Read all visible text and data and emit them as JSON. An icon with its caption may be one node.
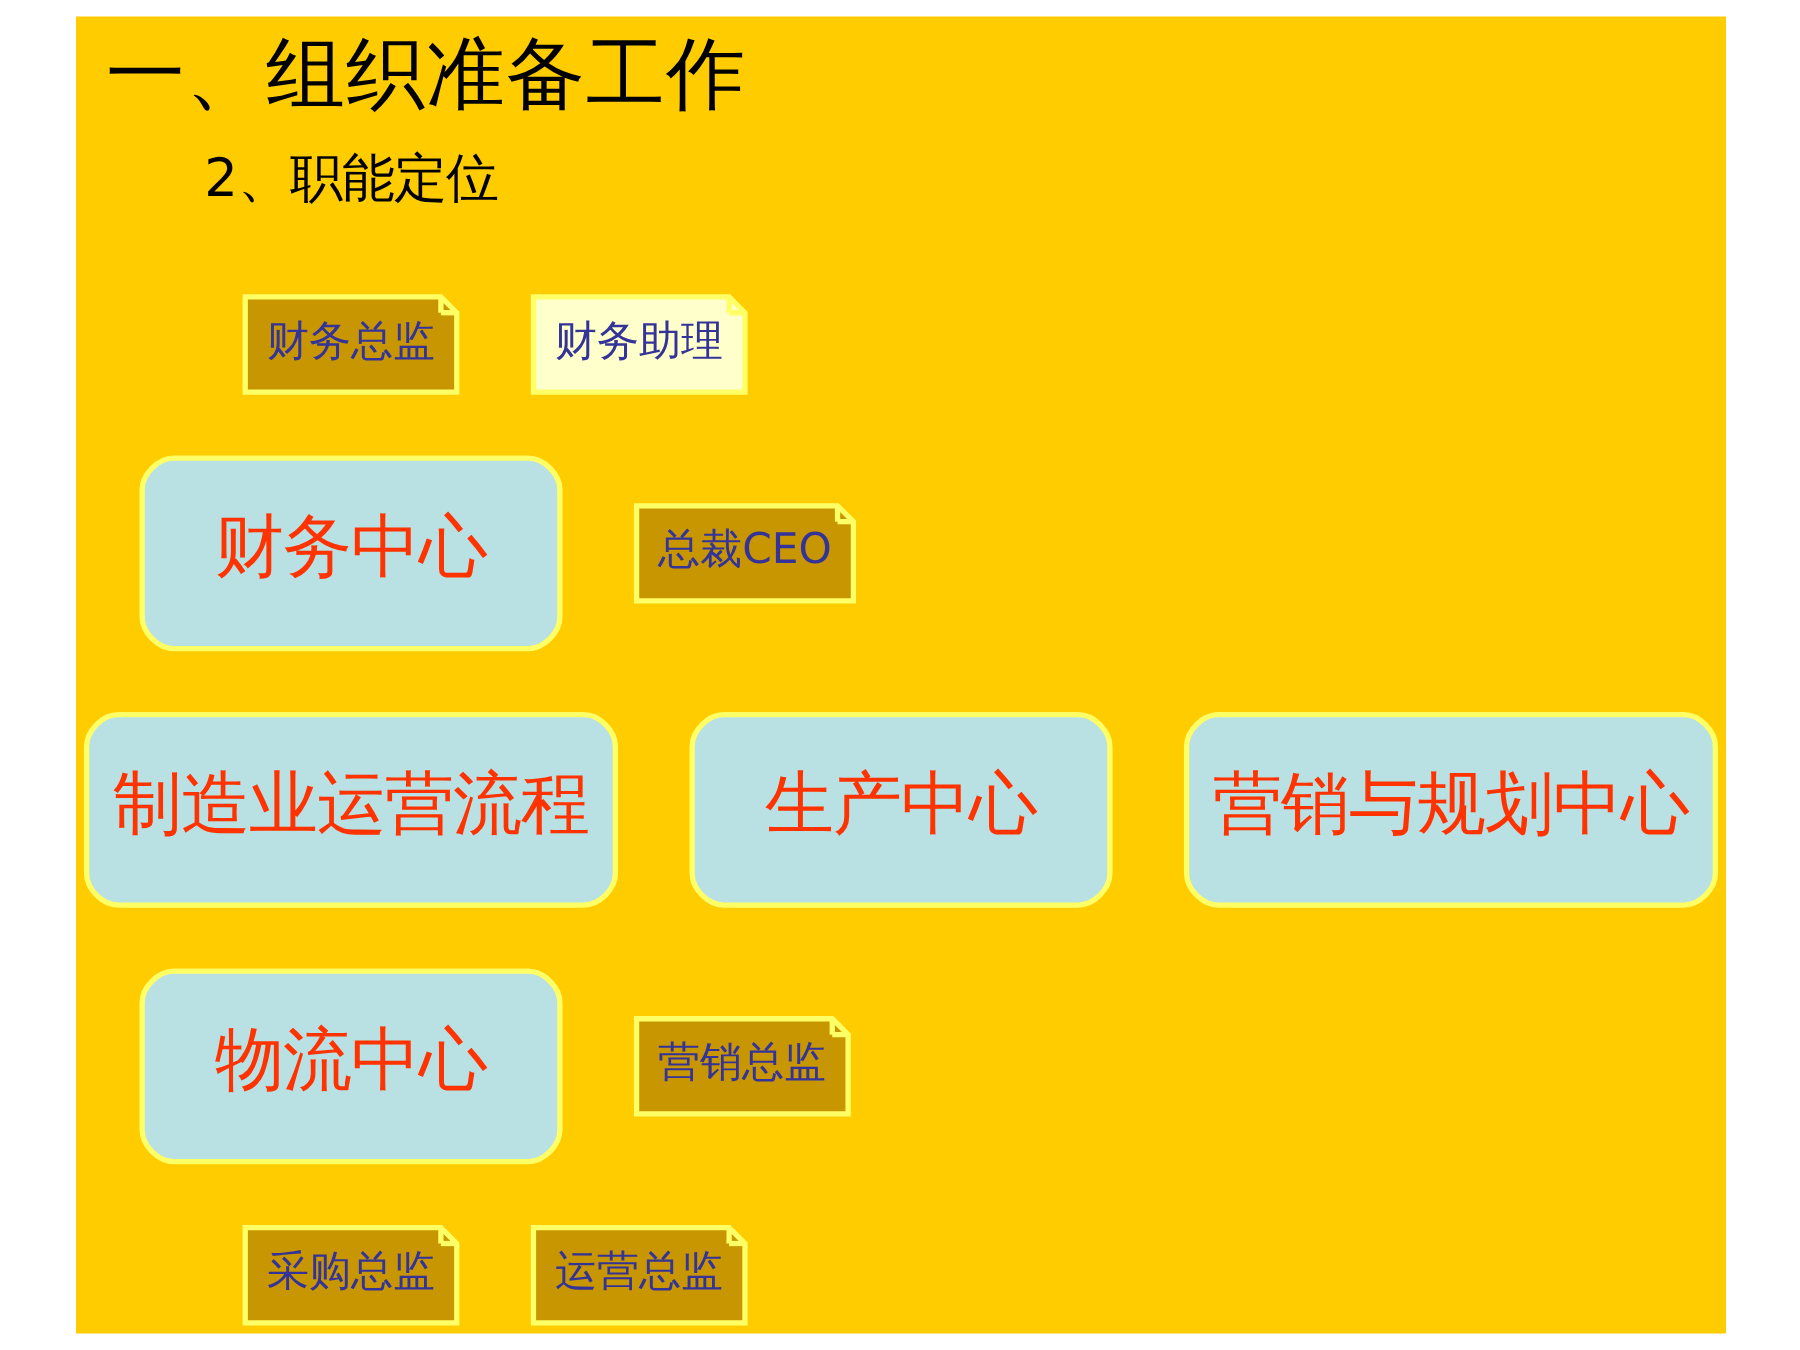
{
  "diagram": {
    "title": "一、组织准备工作",
    "nodes": [
      {
        "text": [
          "财务中心"
        ]
      },
      {
        "text": [
          "生产中心"
        ]
      },
      {
        "text": [
          "物流中心"
        ]
      },
      {
        "text": [
          "制造业运营流程"
        ]
      },
      {
        "text": [
          "营销与规划中心"
        ]
      },
      {
        "text": [
          "财务总监"
        ]
      },
      {
        "text": [
          "财务助理"
        ]
      },
      {
        "text": [
          "总裁CEO"
        ]
      },
      {
        "text": [
          "营销总监"
        ]
      },
      {
        "text": [
          "采购总监"
        ]
      },
      {
        "text": [
          "运营总监"
        ]
      }
    ],
    "labels": [
      "2、职能定位"
    ]
  }
}
